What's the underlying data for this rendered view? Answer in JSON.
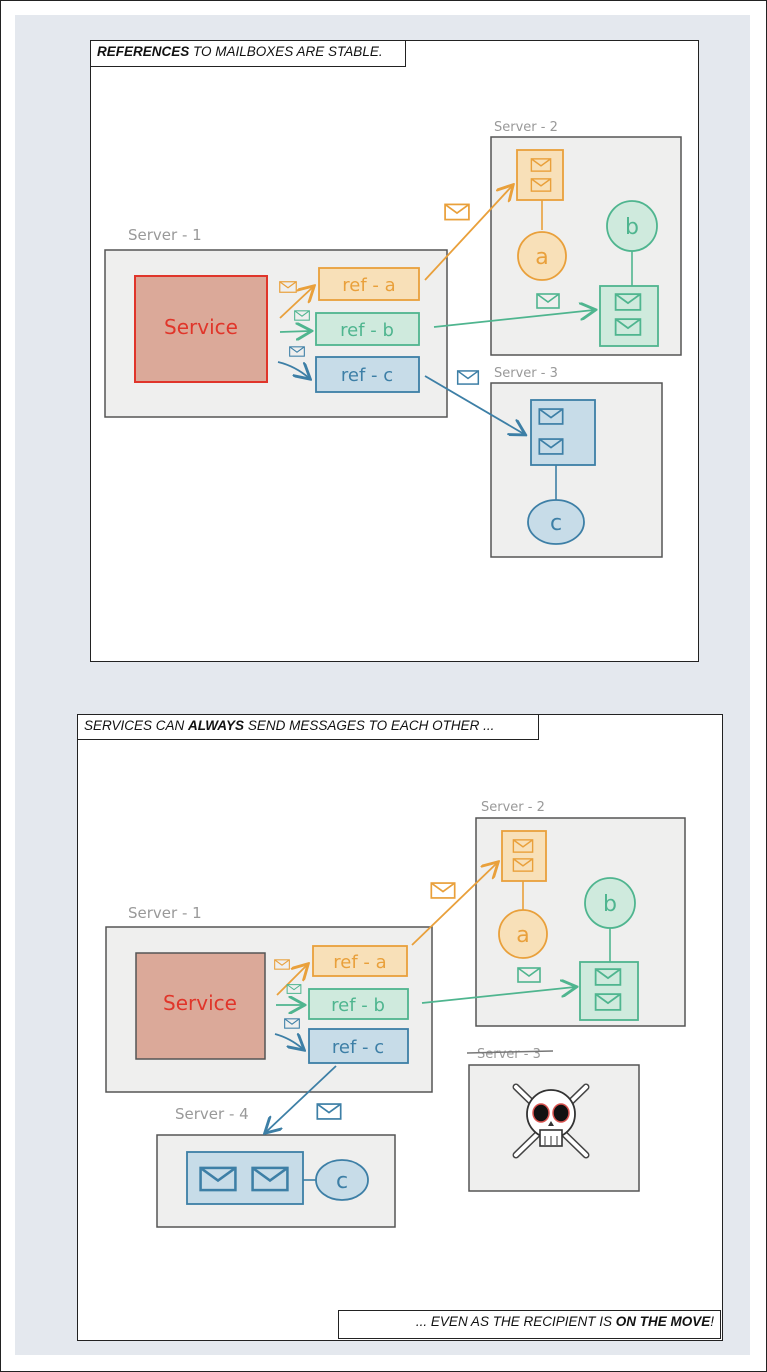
{
  "panel1": {
    "caption_strong": "REFERENCES",
    "caption_rest": " TO MAILBOXES ARE STABLE.",
    "server1_label": "Server - 1",
    "server2_label": "Server - 2",
    "server3_label": "Server - 3",
    "service_label": "Service",
    "ref_a": "ref - a",
    "ref_b": "ref - b",
    "ref_c": "ref - c",
    "node_a": "a",
    "node_b": "b",
    "node_c": "c"
  },
  "panel2": {
    "caption_pre": "SERVICES CAN ",
    "caption_strong": "ALWAYS",
    "caption_post": " SEND MESSAGES TO EACH OTHER ...",
    "footer_pre": "... EVEN AS THE RECIPIENT IS ",
    "footer_strong": "ON THE MOVE",
    "footer_post": "!",
    "server1_label": "Server - 1",
    "server2_label": "Server - 2",
    "server3_label": "Server - 3",
    "server4_label": "Server - 4",
    "service_label": "Service",
    "ref_a": "ref - a",
    "ref_b": "ref - b",
    "ref_c": "ref - c",
    "node_a": "a",
    "node_b": "b",
    "node_c": "c"
  },
  "colors": {
    "orange": "#e9a03b",
    "green": "#4fb58f",
    "blue": "#3d7fa6",
    "red": "#e0352a",
    "service_fill": "#dba999",
    "server_fill": "#efefee"
  },
  "icons": [
    "envelope-icon",
    "skull-crossbones-icon"
  ]
}
